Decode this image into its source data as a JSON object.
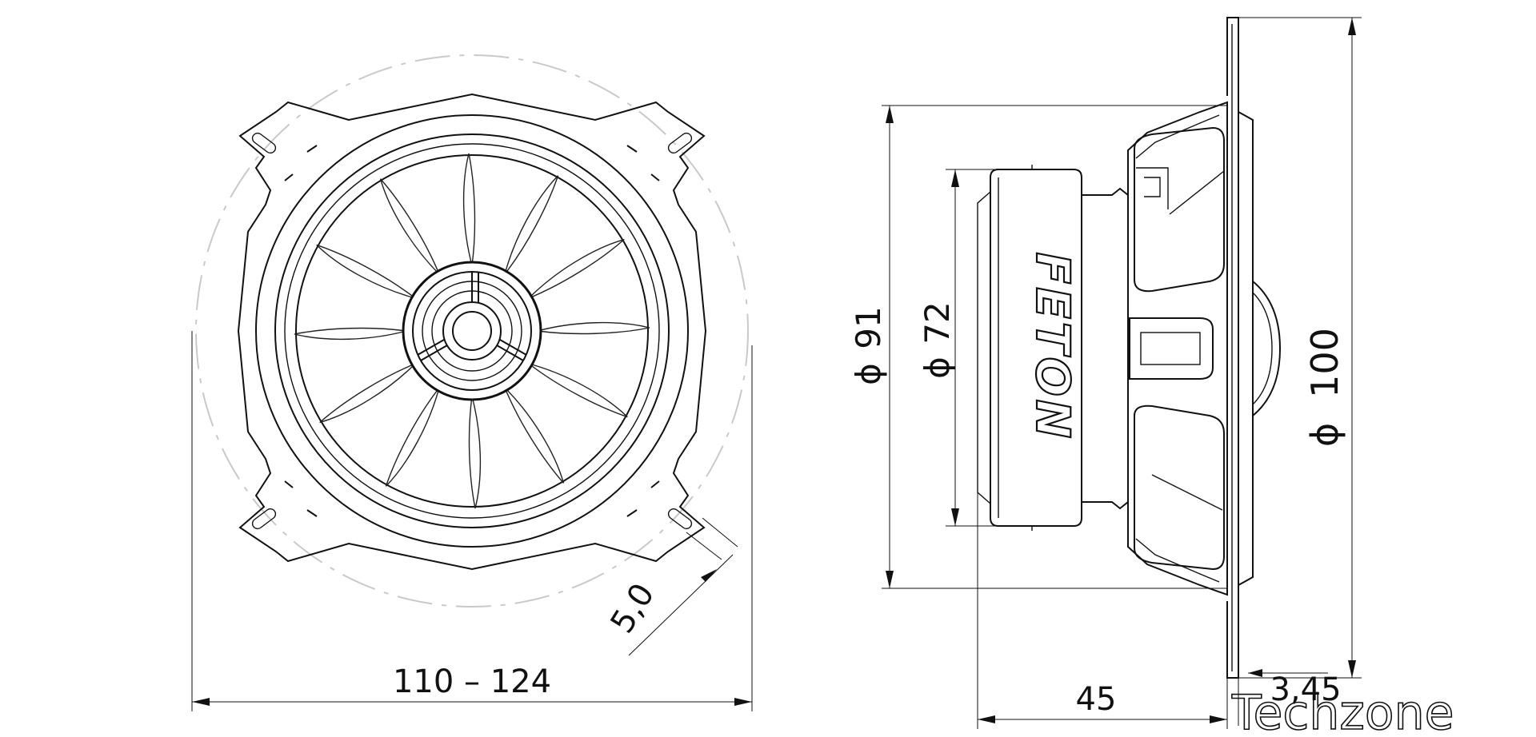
{
  "drawing": {
    "dimensions": {
      "mount_range": "110 – 124",
      "slot_width": "5,0",
      "depth": "45",
      "flange_thickness": "3,45",
      "outer_diameter": "100",
      "basket_diameter": "91",
      "magnet_diameter": "72",
      "diameter_symbol": "ϕ"
    },
    "brand_logo": "FETON",
    "watermark": "Techzone"
  }
}
